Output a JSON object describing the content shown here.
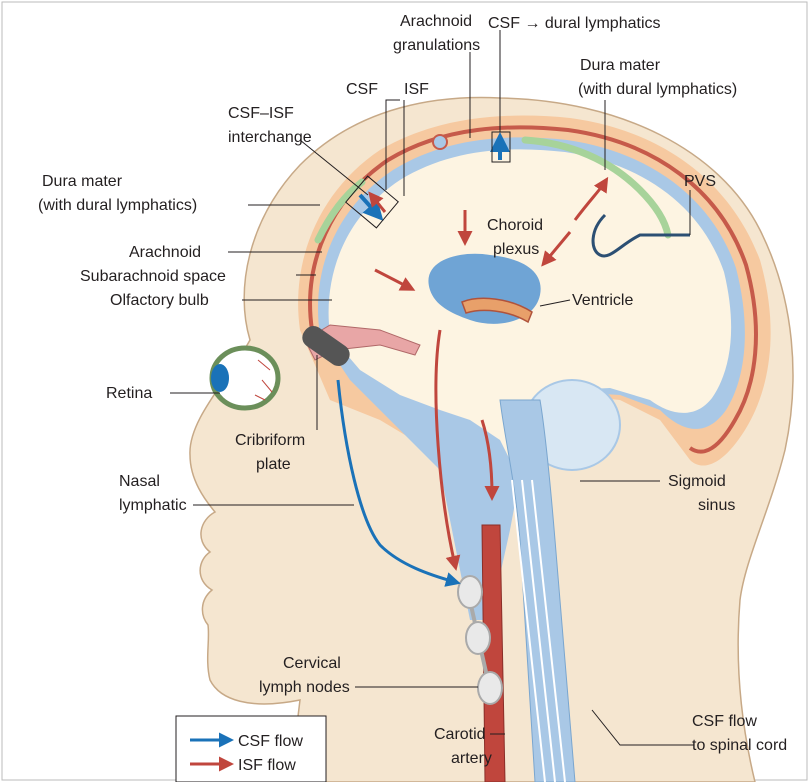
{
  "labels": {
    "arachnoid_granulations": [
      "Arachnoid",
      "granulations"
    ],
    "csf_dural_lymphatics": "CSF → dural lymphatics",
    "dura_top_right": [
      "Dura mater",
      "(with dural lymphatics)"
    ],
    "csf_top": "CSF",
    "isf_top": "ISF",
    "csf_isf_interchange": [
      "CSF–ISF",
      "interchange"
    ],
    "dura_left": [
      "Dura mater",
      "(with dural lymphatics)"
    ],
    "pvs": "PVS",
    "choroid_plexus": [
      "Choroid",
      "plexus"
    ],
    "arachnoid": "Arachnoid",
    "subarachnoid_space": "Subarachnoid space",
    "olfactory_bulb": "Olfactory bulb",
    "ventricle": "Ventricle",
    "retina": "Retina",
    "cribriform_plate": [
      "Cribriform",
      "plate"
    ],
    "nasal_lymphatic": [
      "Nasal",
      "lymphatic"
    ],
    "sigmoid_sinus": [
      "Sigmoid",
      "sinus"
    ],
    "cervical_lymph_nodes": [
      "Cervical",
      "lymph nodes"
    ],
    "carotid_artery": [
      "Carotid",
      "artery"
    ],
    "csf_flow_spinal": [
      "CSF flow",
      "to spinal cord"
    ]
  },
  "legend": {
    "csf_flow": "CSF flow",
    "isf_flow": "ISF flow"
  },
  "colors": {
    "csf_arrow": "#1a72b8",
    "isf_arrow": "#c0463d",
    "skin": "#f5e6d0",
    "dura": "#f6c9a0",
    "arachnoid_red": "#c65a4a",
    "csf_space": "#a9c8e6",
    "brain": "#fdf4e2",
    "lymphatic_green": "#a7d39a"
  }
}
